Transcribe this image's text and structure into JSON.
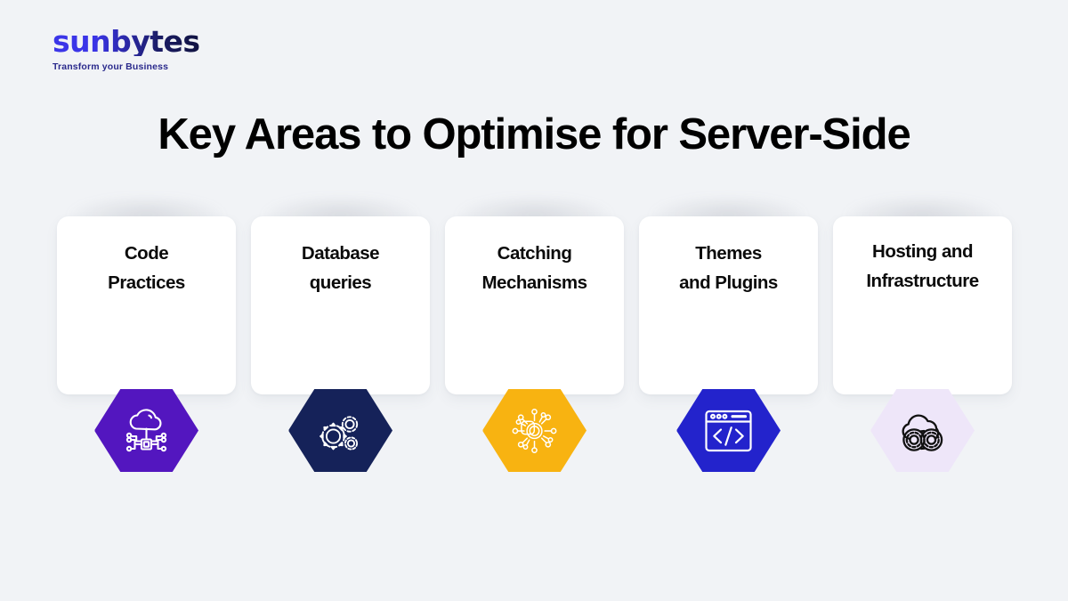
{
  "brand": {
    "name": "sunbytes",
    "tagline": "Transform your Business",
    "logo_gradient_start": "#3b35e8",
    "logo_gradient_end": "#101240"
  },
  "page": {
    "title": "Key Areas to Optimise for Server-Side",
    "background_color": "#f1f3f6"
  },
  "cards": [
    {
      "title": "Code\nPractices",
      "title_line1": "Code",
      "title_line2": "Practices",
      "icon": "cloud-circuit-icon",
      "hex_color": "#5316bf",
      "icon_color": "#ffffff"
    },
    {
      "title": "Database\nqueries",
      "title_line1": "Database",
      "title_line2": "queries",
      "icon": "gears-icon",
      "hex_color": "#152259",
      "icon_color": "#ffffff"
    },
    {
      "title": "Catching\nMechanisms",
      "title_line1": "Catching",
      "title_line2": "Mechanisms",
      "icon": "network-hub-icon",
      "hex_color": "#f8b311",
      "icon_color": "#ffffff"
    },
    {
      "title": "Themes\nand Plugins",
      "title_line1": "Themes",
      "title_line2": "and Plugins",
      "icon": "code-window-icon",
      "hex_color": "#2323cc",
      "icon_color": "#ffffff"
    },
    {
      "title": "Hosting and\nInfrastructure",
      "title_line1": "Hosting and",
      "title_line2": "Infrastructure",
      "icon": "devops-cloud-gears-icon",
      "hex_color": "#eee6f9",
      "icon_color": "#111111"
    }
  ]
}
